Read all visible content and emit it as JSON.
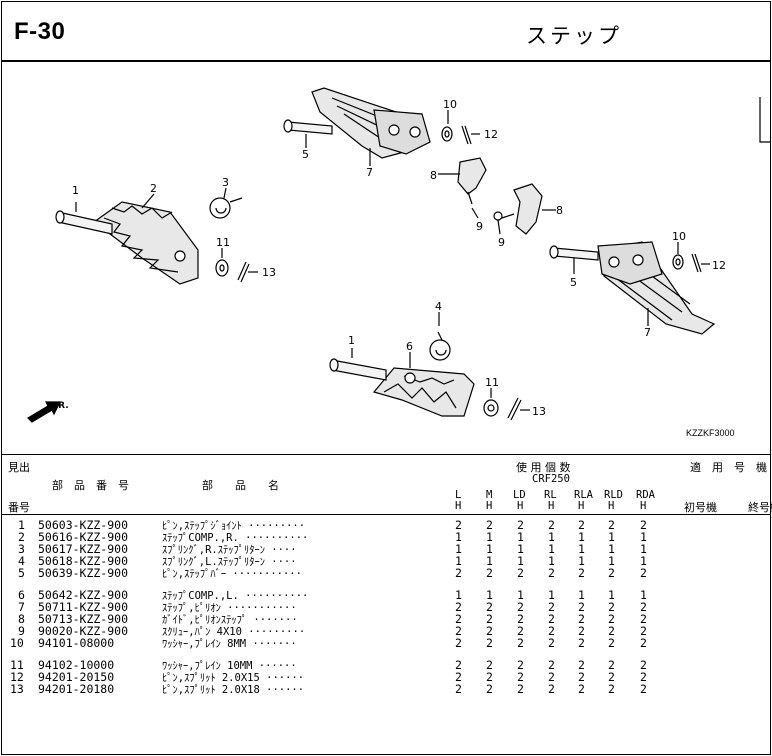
{
  "header": {
    "figure_no": "F-30",
    "title": "ステップ"
  },
  "diagram": {
    "code": "KZZKF3000",
    "fr_label": "FR.",
    "callouts": [
      "1",
      "2",
      "3",
      "4",
      "5",
      "6",
      "7",
      "8",
      "9",
      "10",
      "11",
      "12",
      "13"
    ]
  },
  "table": {
    "headers": {
      "midashi": "見出",
      "part_number": "部　品　番　号",
      "part_name": "部　　品　　名",
      "bango": "番号",
      "usage": "使 用 個 数",
      "model": "CRF250",
      "app": "適　用　号　機",
      "first": "初号機",
      "last": "終号機",
      "cols": [
        {
          "top": "L",
          "bot": "H"
        },
        {
          "top": "M",
          "bot": "H"
        },
        {
          "top": "LD",
          "bot": "H"
        },
        {
          "top": "RL",
          "bot": "H"
        },
        {
          "top": "RLA",
          "bot": "H"
        },
        {
          "top": "RLD",
          "bot": "H"
        },
        {
          "top": "RDA",
          "bot": "H"
        }
      ]
    },
    "rows": [
      {
        "no": "1",
        "pn": "50603-KZZ-900",
        "name": "ﾋﾟﾝ,ｽﾃｯﾌﾟｼﾞｮｲﾝﾄ ·········",
        "q": [
          "2",
          "2",
          "2",
          "2",
          "2",
          "2",
          "2"
        ]
      },
      {
        "no": "2",
        "pn": "50616-KZZ-900",
        "name": "ｽﾃｯﾌﾟCOMP.,R. ··········",
        "q": [
          "1",
          "1",
          "1",
          "1",
          "1",
          "1",
          "1"
        ]
      },
      {
        "no": "3",
        "pn": "50617-KZZ-900",
        "name": "ｽﾌﾟﾘﾝｸﾞ,R.ｽﾃｯﾌﾟﾘﾀｰﾝ ····",
        "q": [
          "1",
          "1",
          "1",
          "1",
          "1",
          "1",
          "1"
        ]
      },
      {
        "no": "4",
        "pn": "50618-KZZ-900",
        "name": "ｽﾌﾟﾘﾝｸﾞ,L.ｽﾃｯﾌﾟﾘﾀｰﾝ ····",
        "q": [
          "1",
          "1",
          "1",
          "1",
          "1",
          "1",
          "1"
        ]
      },
      {
        "no": "5",
        "pn": "50639-KZZ-900",
        "name": "ﾋﾟﾝ,ｽﾃｯﾌﾟﾊﾞｰ ···········",
        "q": [
          "2",
          "2",
          "2",
          "2",
          "2",
          "2",
          "2"
        ]
      },
      {
        "no": "6",
        "pn": "50642-KZZ-900",
        "name": "ｽﾃｯﾌﾟCOMP.,L. ··········",
        "q": [
          "1",
          "1",
          "1",
          "1",
          "1",
          "1",
          "1"
        ]
      },
      {
        "no": "7",
        "pn": "50711-KZZ-900",
        "name": "ｽﾃｯﾌﾟ,ﾋﾟﾘｵﾝ ···········",
        "q": [
          "2",
          "2",
          "2",
          "2",
          "2",
          "2",
          "2"
        ]
      },
      {
        "no": "8",
        "pn": "50713-KZZ-900",
        "name": "ｶﾞｲﾄﾞ,ﾋﾟﾘｵﾝｽﾃｯﾌﾟ ·······",
        "q": [
          "2",
          "2",
          "2",
          "2",
          "2",
          "2",
          "2"
        ]
      },
      {
        "no": "9",
        "pn": "90020-KZZ-900",
        "name": "ｽｸﾘｭｰ,ﾊﾟﾝ 4X10 ·········",
        "q": [
          "2",
          "2",
          "2",
          "2",
          "2",
          "2",
          "2"
        ]
      },
      {
        "no": "10",
        "pn": "94101-08000",
        "name": "ﾜｯｼｬｰ,ﾌﾟﾚｲﾝ 8MM ·······",
        "q": [
          "2",
          "2",
          "2",
          "2",
          "2",
          "2",
          "2"
        ]
      },
      {
        "no": "11",
        "pn": "94102-10000",
        "name": "ﾜｯｼｬｰ,ﾌﾟﾚｲﾝ 10MM ······",
        "q": [
          "2",
          "2",
          "2",
          "2",
          "2",
          "2",
          "2"
        ]
      },
      {
        "no": "12",
        "pn": "94201-20150",
        "name": "ﾋﾟﾝ,ｽﾌﾟﾘｯﾄ 2.0X15 ······",
        "q": [
          "2",
          "2",
          "2",
          "2",
          "2",
          "2",
          "2"
        ]
      },
      {
        "no": "13",
        "pn": "94201-20180",
        "name": "ﾋﾟﾝ,ｽﾌﾟﾘｯﾄ 2.0X18 ······",
        "q": [
          "2",
          "2",
          "2",
          "2",
          "2",
          "2",
          "2"
        ]
      }
    ]
  }
}
